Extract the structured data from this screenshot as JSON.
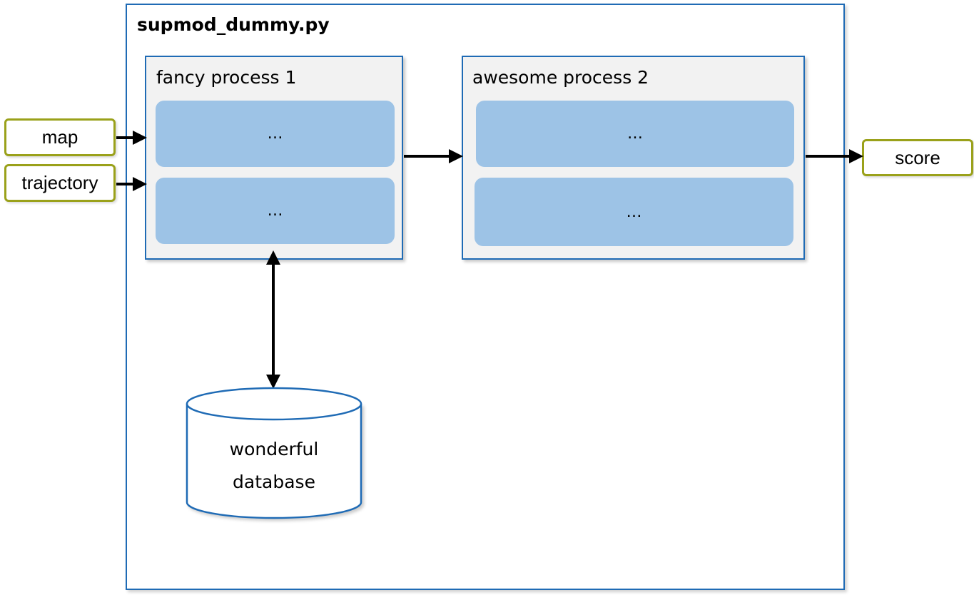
{
  "module": {
    "title": "supmod_dummy.py"
  },
  "inputs": {
    "map": "map",
    "trajectory": "trajectory"
  },
  "output": {
    "score": "score"
  },
  "process1": {
    "title": "fancy process 1",
    "steps": [
      "…",
      "…"
    ]
  },
  "process2": {
    "title": "awesome process 2",
    "steps": [
      "…",
      "…"
    ]
  },
  "database": {
    "line1": "wonderful",
    "line2": "database"
  },
  "colors": {
    "frame_blue": "#1f6bb5",
    "step_blue": "#9dc3e6",
    "process_bg": "#f2f2f2",
    "io_border": "#9aa11a"
  }
}
